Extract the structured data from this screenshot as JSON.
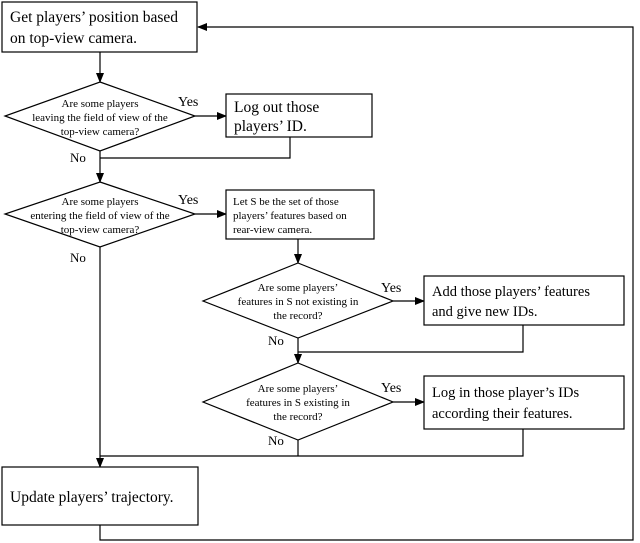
{
  "nodes": {
    "start": [
      "Get players’ position based",
      "on top-view camera."
    ],
    "leaving_decision": [
      "Are some players",
      "leaving the field of view of the",
      "top-view camera?"
    ],
    "logout": [
      "Log out those",
      "players’ ID."
    ],
    "entering_decision": [
      "Are some players",
      "entering the field of view of the",
      "top-view camera?"
    ],
    "let_s": [
      "Let S be the set of those",
      "players’ features based on",
      "rear-view camera."
    ],
    "not_existing_decision": [
      "Are some players’",
      "features in S not existing in",
      "the record?"
    ],
    "add_features": [
      "Add those players’ features",
      "and give new IDs."
    ],
    "existing_decision": [
      "Are some players’",
      "features in S existing in",
      "the record?"
    ],
    "login": [
      "Log in those player’s IDs",
      "according their features."
    ],
    "update": [
      "Update players’ trajectory."
    ]
  },
  "labels": {
    "yes": "Yes",
    "no": "No"
  }
}
